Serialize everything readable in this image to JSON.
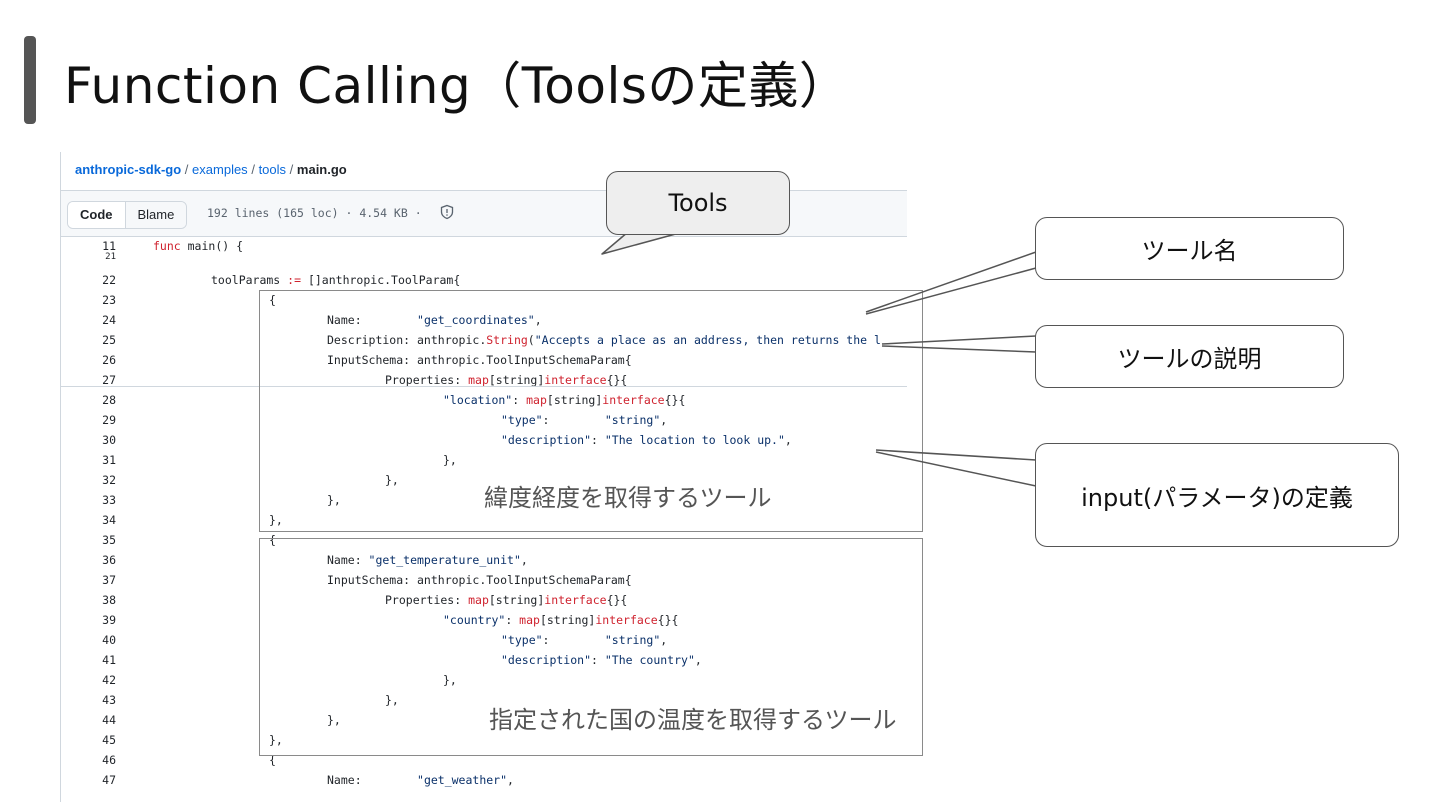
{
  "slide_title": "Function Calling（Toolsの定義）",
  "breadcrumb": {
    "repo": "anthropic-sdk-go",
    "sep": "/",
    "dir1": "examples",
    "dir2": "tools",
    "file": "main.go"
  },
  "toolbar": {
    "code_label": "Code",
    "blame_label": "Blame",
    "meta": "192 lines (165 loc) · 4.54 KB ·",
    "shield_icon": "shield-icon"
  },
  "code_lines": [
    {
      "num": "11",
      "indent": 0,
      "parts": [
        {
          "t": "func",
          "c": "kw"
        },
        {
          "t": " main() {",
          "c": ""
        }
      ]
    },
    {
      "num": "21",
      "indent": 0,
      "parts": []
    },
    {
      "num": "22",
      "indent": 1,
      "parts": [
        {
          "t": "toolParams ",
          "c": ""
        },
        {
          "t": ":=",
          "c": "kw"
        },
        {
          "t": " []anthropic.ToolParam{",
          "c": ""
        }
      ]
    },
    {
      "num": "23",
      "indent": 2,
      "parts": [
        {
          "t": "{",
          "c": ""
        }
      ]
    },
    {
      "num": "24",
      "indent": 3,
      "parts": [
        {
          "t": "Name:        ",
          "c": ""
        },
        {
          "t": "\"get_coordinates\"",
          "c": "st"
        },
        {
          "t": ",",
          "c": ""
        }
      ]
    },
    {
      "num": "25",
      "indent": 3,
      "parts": [
        {
          "t": "Description: anthropic.",
          "c": ""
        },
        {
          "t": "String",
          "c": "kw"
        },
        {
          "t": "(",
          "c": ""
        },
        {
          "t": "\"Accepts a place as an address, then returns the l",
          "c": "st"
        }
      ]
    },
    {
      "num": "26",
      "indent": 3,
      "parts": [
        {
          "t": "InputSchema: anthropic.ToolInputSchemaParam{",
          "c": ""
        }
      ]
    },
    {
      "num": "27",
      "indent": 4,
      "parts": [
        {
          "t": "Properties: ",
          "c": ""
        },
        {
          "t": "map",
          "c": "kw"
        },
        {
          "t": "[string]",
          "c": ""
        },
        {
          "t": "interface",
          "c": "kw"
        },
        {
          "t": "{}{",
          "c": ""
        }
      ]
    },
    {
      "num": "28",
      "indent": 5,
      "parts": [
        {
          "t": "\"location\"",
          "c": "st"
        },
        {
          "t": ": ",
          "c": ""
        },
        {
          "t": "map",
          "c": "kw"
        },
        {
          "t": "[string]",
          "c": ""
        },
        {
          "t": "interface",
          "c": "kw"
        },
        {
          "t": "{}{",
          "c": ""
        }
      ]
    },
    {
      "num": "29",
      "indent": 6,
      "parts": [
        {
          "t": "\"type\"",
          "c": "st"
        },
        {
          "t": ":        ",
          "c": ""
        },
        {
          "t": "\"string\"",
          "c": "st"
        },
        {
          "t": ",",
          "c": ""
        }
      ]
    },
    {
      "num": "30",
      "indent": 6,
      "parts": [
        {
          "t": "\"description\"",
          "c": "st"
        },
        {
          "t": ": ",
          "c": ""
        },
        {
          "t": "\"The location to look up.\"",
          "c": "st"
        },
        {
          "t": ",",
          "c": ""
        }
      ]
    },
    {
      "num": "31",
      "indent": 5,
      "parts": [
        {
          "t": "},",
          "c": ""
        }
      ]
    },
    {
      "num": "32",
      "indent": 4,
      "parts": [
        {
          "t": "},",
          "c": ""
        }
      ]
    },
    {
      "num": "33",
      "indent": 3,
      "parts": [
        {
          "t": "},",
          "c": ""
        }
      ]
    },
    {
      "num": "34",
      "indent": 2,
      "parts": [
        {
          "t": "},",
          "c": ""
        }
      ]
    },
    {
      "num": "35",
      "indent": 2,
      "parts": [
        {
          "t": "{",
          "c": ""
        }
      ]
    },
    {
      "num": "36",
      "indent": 3,
      "parts": [
        {
          "t": "Name: ",
          "c": ""
        },
        {
          "t": "\"get_temperature_unit\"",
          "c": "st"
        },
        {
          "t": ",",
          "c": ""
        }
      ]
    },
    {
      "num": "37",
      "indent": 3,
      "parts": [
        {
          "t": "InputSchema: anthropic.ToolInputSchemaParam{",
          "c": ""
        }
      ]
    },
    {
      "num": "38",
      "indent": 4,
      "parts": [
        {
          "t": "Properties: ",
          "c": ""
        },
        {
          "t": "map",
          "c": "kw"
        },
        {
          "t": "[string]",
          "c": ""
        },
        {
          "t": "interface",
          "c": "kw"
        },
        {
          "t": "{}{",
          "c": ""
        }
      ]
    },
    {
      "num": "39",
      "indent": 5,
      "parts": [
        {
          "t": "\"country\"",
          "c": "st"
        },
        {
          "t": ": ",
          "c": ""
        },
        {
          "t": "map",
          "c": "kw"
        },
        {
          "t": "[string]",
          "c": ""
        },
        {
          "t": "interface",
          "c": "kw"
        },
        {
          "t": "{}{",
          "c": ""
        }
      ]
    },
    {
      "num": "40",
      "indent": 6,
      "parts": [
        {
          "t": "\"type\"",
          "c": "st"
        },
        {
          "t": ":        ",
          "c": ""
        },
        {
          "t": "\"string\"",
          "c": "st"
        },
        {
          "t": ",",
          "c": ""
        }
      ]
    },
    {
      "num": "41",
      "indent": 6,
      "parts": [
        {
          "t": "\"description\"",
          "c": "st"
        },
        {
          "t": ": ",
          "c": ""
        },
        {
          "t": "\"The country\"",
          "c": "st"
        },
        {
          "t": ",",
          "c": ""
        }
      ]
    },
    {
      "num": "42",
      "indent": 5,
      "parts": [
        {
          "t": "},",
          "c": ""
        }
      ]
    },
    {
      "num": "43",
      "indent": 4,
      "parts": [
        {
          "t": "},",
          "c": ""
        }
      ]
    },
    {
      "num": "44",
      "indent": 3,
      "parts": [
        {
          "t": "},",
          "c": ""
        }
      ]
    },
    {
      "num": "45",
      "indent": 2,
      "parts": [
        {
          "t": "},",
          "c": ""
        }
      ]
    },
    {
      "num": "46",
      "indent": 2,
      "parts": [
        {
          "t": "{",
          "c": ""
        }
      ]
    },
    {
      "num": "47",
      "indent": 3,
      "parts": [
        {
          "t": "Name:        ",
          "c": ""
        },
        {
          "t": "\"get_weather\"",
          "c": "st"
        },
        {
          "t": ",",
          "c": ""
        }
      ]
    }
  ],
  "annotations": {
    "box1_label": "緯度経度を取得するツール",
    "box2_label": "指定された国の温度を取得するツール"
  },
  "callouts": {
    "tools": "Tools",
    "tool_name": "ツール名",
    "tool_desc": "ツールの説明",
    "input_def": "input(パラメータ)の定義"
  },
  "colors": {
    "keyword": "#cf222e",
    "string": "#0a3069",
    "link": "#0969da",
    "title_bar": "#555555"
  }
}
